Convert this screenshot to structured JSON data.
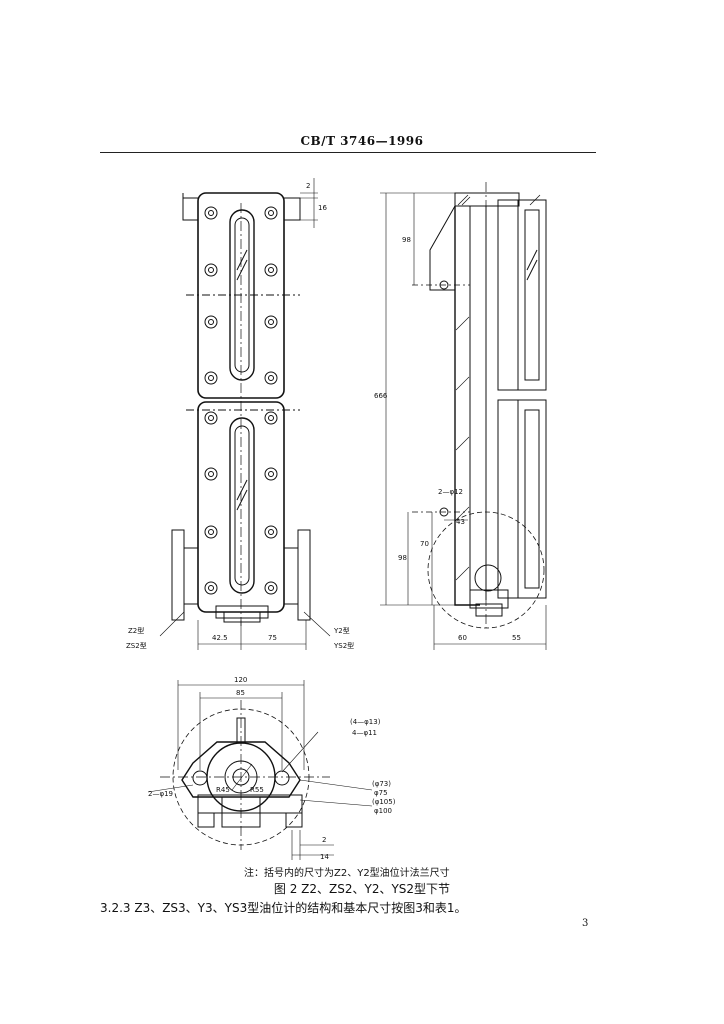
{
  "header": {
    "standard": "CB/T 3746—1996"
  },
  "dims": {
    "d2": "2",
    "d16": "16",
    "d98a": "98",
    "d666": "666",
    "d2_12": "2—φ12",
    "d43": "43",
    "d70": "70",
    "d98b": "98",
    "d60": "60",
    "d55": "55",
    "d42_5": "42.5",
    "d75": "75",
    "d120": "120",
    "d85": "85",
    "d4_13": "(4—φ13)",
    "d4_11": "4—φ11",
    "d2_19": "2—φ19",
    "d73": "(φ73)",
    "d75b": "φ75",
    "d105": "(φ105)",
    "d100": "φ100",
    "d2b": "2",
    "d14": "14",
    "r45": "R45",
    "r55": "R55"
  },
  "labels": {
    "z2": "Z2型",
    "zs2": "ZS2型",
    "y2": "Y2型",
    "ys2": "YS2型"
  },
  "note": "注：括号内的尺寸为Z2、Y2型油位计法兰尺寸",
  "caption": "图 2   Z2、ZS2、Y2、YS2型下节",
  "paragraph": "3.2.3  Z3、ZS3、Y3、YS3型油位计的结构和基本尺寸按图3和表1。",
  "page_number": "3"
}
